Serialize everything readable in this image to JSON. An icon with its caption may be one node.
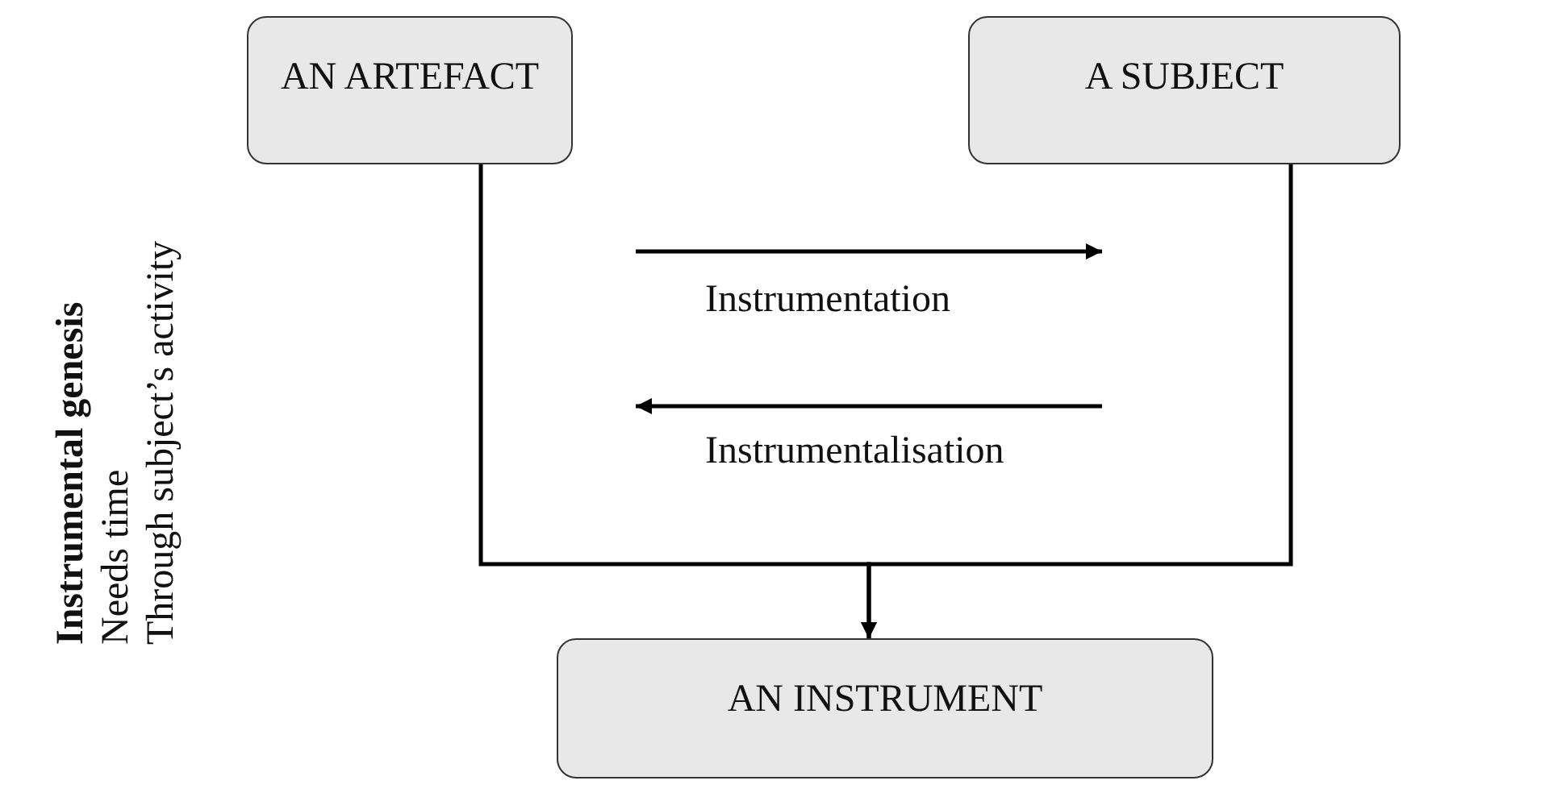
{
  "diagram": {
    "nodes": [
      {
        "text": [
          "AN ARTEFACT"
        ]
      },
      {
        "text": [
          "A SUBJECT"
        ]
      },
      {
        "text": [
          "AN INSTRUMENT"
        ]
      }
    ],
    "edges": [
      {
        "from": 0,
        "to": 2,
        "arrow": "to"
      },
      {
        "from": 1,
        "to": 2,
        "arrow": "to"
      }
    ],
    "labels": [
      "Instrumental genesis",
      "Needs time",
      "Through subject’s activity",
      "Instrumentation",
      "Instrumentalisation"
    ]
  }
}
